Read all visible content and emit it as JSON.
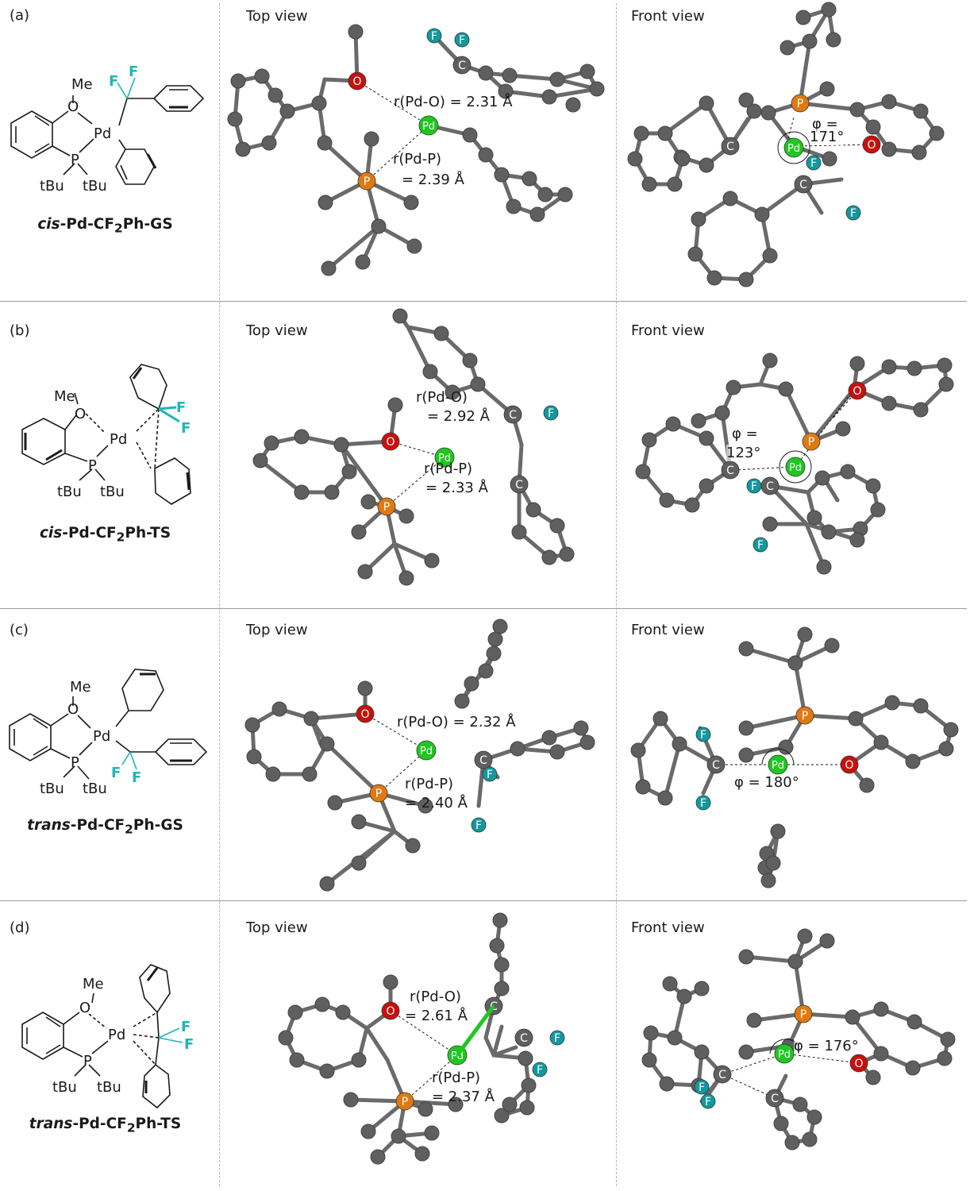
{
  "panels": [
    {
      "label": "(a)",
      "compound": {
        "prefix": "cis",
        "mid": "-Pd-CF",
        "sub": "2",
        "suffix": "Ph-GS"
      },
      "struct_labels": {
        "me": "Me",
        "o": "O",
        "pd": "Pd",
        "p": "P",
        "tbu1": "tBu",
        "tbu2": "tBu",
        "f1": "F",
        "f2": "F"
      },
      "top": {
        "title": "Top view",
        "rpdo": "r(Pd-O) = 2.31 Å",
        "rpdp1": "r(Pd-P)",
        "rpdp2": "= 2.39 Å"
      },
      "front": {
        "title": "Front view",
        "phi1": "φ =",
        "phi2": "171°"
      }
    },
    {
      "label": "(b)",
      "compound": {
        "prefix": "cis",
        "mid": "-Pd-CF",
        "sub": "2",
        "suffix": "Ph-TS"
      },
      "struct_labels": {
        "me": "Me",
        "o": "O",
        "pd": "Pd",
        "p": "P",
        "tbu1": "tBu",
        "tbu2": "tBu",
        "f1": "F",
        "f2": "F"
      },
      "top": {
        "title": "Top view",
        "rpdo1": "r(Pd-O)",
        "rpdo2": "= 2.92 Å",
        "rpdp1": "r(Pd-P)",
        "rpdp2": "= 2.33 Å"
      },
      "front": {
        "title": "Front view",
        "phi1": "φ =",
        "phi2": "123°"
      }
    },
    {
      "label": "(c)",
      "compound": {
        "prefix": "trans",
        "mid": "-Pd-CF",
        "sub": "2",
        "suffix": "Ph-GS"
      },
      "struct_labels": {
        "me": "Me",
        "o": "O",
        "pd": "Pd",
        "p": "P",
        "tbu1": "tBu",
        "tbu2": "tBu",
        "f1": "F",
        "f2": "F"
      },
      "top": {
        "title": "Top view",
        "rpdo": "r(Pd-O) = 2.32 Å",
        "rpdp1": "r(Pd-P)",
        "rpdp2": "= 2.40 Å"
      },
      "front": {
        "title": "Front view",
        "phi": "φ = 180°"
      }
    },
    {
      "label": "(d)",
      "compound": {
        "prefix": "trans",
        "mid": "-Pd-CF",
        "sub": "2",
        "suffix": "Ph-TS"
      },
      "struct_labels": {
        "me": "Me",
        "o": "O",
        "pd": "Pd",
        "p": "P",
        "tbu1": "tBu",
        "tbu2": "tBu",
        "f1": "F",
        "f2": "F"
      },
      "top": {
        "title": "Top view",
        "rpdo1": "r(Pd-O)",
        "rpdo2": "= 2.61 Å",
        "rpdp1": "r(Pd-P)",
        "rpdp2": "= 2.37 Å"
      },
      "front": {
        "title": "Front view",
        "phi": "φ = 176°"
      }
    }
  ],
  "atoms": {
    "pd": "Pd",
    "p": "P",
    "o": "O",
    "c": "C",
    "f": "F"
  },
  "colors": {
    "carbon": "#5f5f5f",
    "bond": "#6a6a6a",
    "phosphorus": "#e07a10",
    "oxygen": "#c8100c",
    "palladium": "#1ec81e",
    "fluorine": "#12989e",
    "fluorine_text": "#1fb5b8"
  }
}
